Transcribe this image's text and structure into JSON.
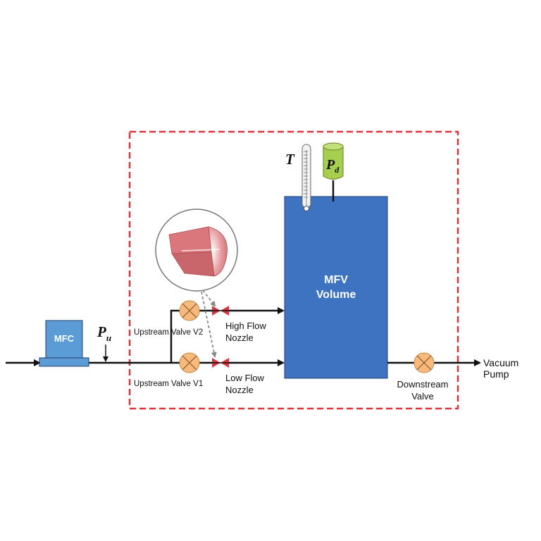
{
  "components": {
    "mfc": "MFC",
    "mfv_volume_line1": "MFV",
    "mfv_volume_line2": "Volume",
    "upstream_valve_v2": "Upstream Valve V2",
    "upstream_valve_v1": "Upstream Valve V1",
    "high_flow_nozzle_line1": "High Flow",
    "high_flow_nozzle_line2": "Nozzle",
    "low_flow_nozzle_line1": "Low Flow",
    "low_flow_nozzle_line2": "Nozzle",
    "downstream_valve_line1": "Downstream",
    "downstream_valve_line2": "Valve",
    "vacuum_pump_line1": "Vacuum",
    "vacuum_pump_line2": "Pump"
  },
  "symbols": {
    "upstream_pressure": "P",
    "upstream_pressure_sub": "u",
    "downstream_pressure": "P",
    "downstream_pressure_sub": "d",
    "temperature": "T"
  },
  "colors": {
    "mfv_volume": "#3d73c0",
    "mfc": "#5b9bd6",
    "valve": "#f7b97c",
    "nozzle": "#d9363e",
    "pressure_gauge": "#a6cf4f",
    "boundary": "#d9363e"
  }
}
